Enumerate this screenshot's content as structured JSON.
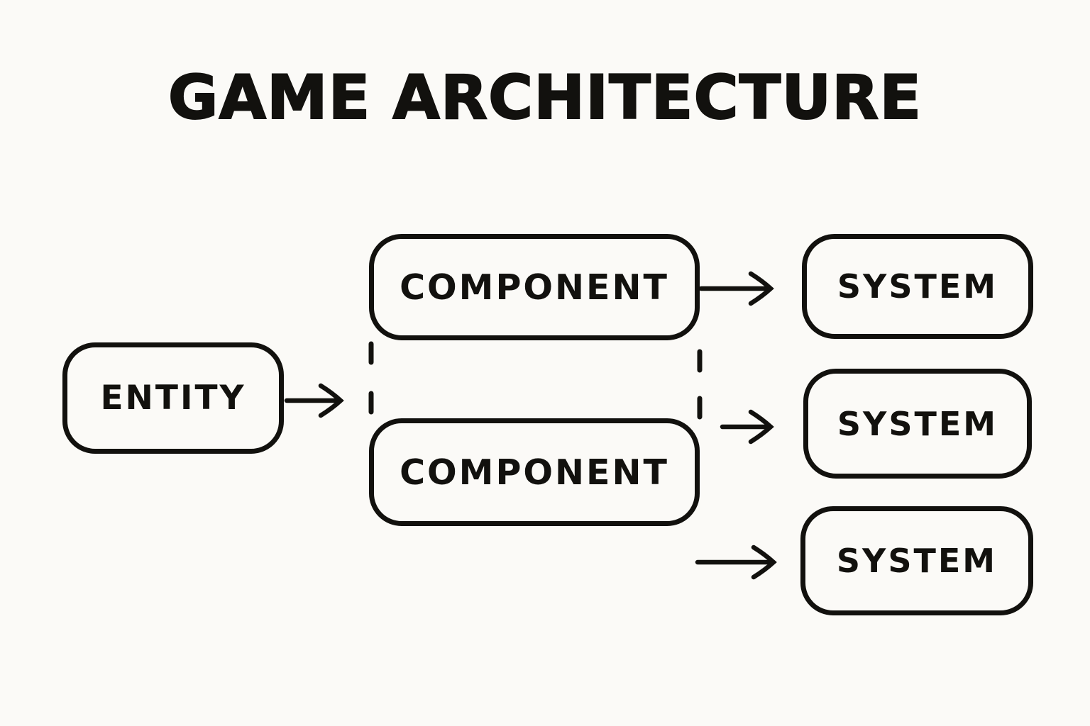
{
  "title": "GAME ARCHITECTURE",
  "nodes": {
    "entity": {
      "label": "ENTITY"
    },
    "components": [
      {
        "label": "COMPONENT"
      },
      {
        "label": "COMPONENT"
      }
    ],
    "systems": [
      {
        "label": "SYSTEM"
      },
      {
        "label": "SYSTEM"
      },
      {
        "label": "SYSTEM"
      }
    ]
  },
  "edges": [
    {
      "from": "entity",
      "to": "component-group",
      "style": "solid-arrow"
    },
    {
      "from": "component-1",
      "to": "system-1",
      "style": "solid-arrow"
    },
    {
      "from": "component-group",
      "to": "system-2",
      "style": "solid-arrow"
    },
    {
      "from": "component-group",
      "to": "system-3",
      "style": "solid-arrow"
    },
    {
      "from": "component-1",
      "to": "component-2",
      "style": "dashed-group-link"
    }
  ],
  "colors": {
    "background": "#fbfaf7",
    "stroke": "#12110e",
    "text": "#12110e"
  }
}
